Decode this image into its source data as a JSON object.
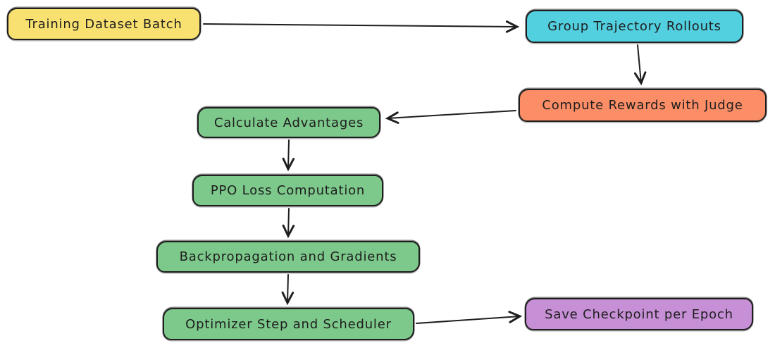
{
  "diagram": {
    "kind": "flowchart",
    "background": "#ffffff",
    "stroke_color": "#1e1e1e",
    "nodes": [
      {
        "id": "training-dataset-batch",
        "label": "Training Dataset Batch",
        "fill": "#f9e171"
      },
      {
        "id": "group-trajectory-rollouts",
        "label": "Group Trajectory Rollouts",
        "fill": "#52d0e0"
      },
      {
        "id": "compute-rewards-with-judge",
        "label": "Compute Rewards with Judge",
        "fill": "#fc8e67"
      },
      {
        "id": "calculate-advantages",
        "label": "Calculate Advantages",
        "fill": "#7dc98b"
      },
      {
        "id": "ppo-loss-computation",
        "label": "PPO Loss Computation",
        "fill": "#7dc98b"
      },
      {
        "id": "backpropagation-and-gradients",
        "label": "Backpropagation and Gradients",
        "fill": "#7dc98b"
      },
      {
        "id": "optimizer-step-and-scheduler",
        "label": "Optimizer Step and Scheduler",
        "fill": "#7dc98b"
      },
      {
        "id": "save-checkpoint-per-epoch",
        "label": "Save Checkpoint per Epoch",
        "fill": "#c78fd6"
      }
    ],
    "edges": [
      {
        "from": "training-dataset-batch",
        "to": "group-trajectory-rollouts"
      },
      {
        "from": "group-trajectory-rollouts",
        "to": "compute-rewards-with-judge"
      },
      {
        "from": "compute-rewards-with-judge",
        "to": "calculate-advantages"
      },
      {
        "from": "calculate-advantages",
        "to": "ppo-loss-computation"
      },
      {
        "from": "ppo-loss-computation",
        "to": "backpropagation-and-gradients"
      },
      {
        "from": "backpropagation-and-gradients",
        "to": "optimizer-step-and-scheduler"
      },
      {
        "from": "optimizer-step-and-scheduler",
        "to": "save-checkpoint-per-epoch"
      }
    ]
  }
}
